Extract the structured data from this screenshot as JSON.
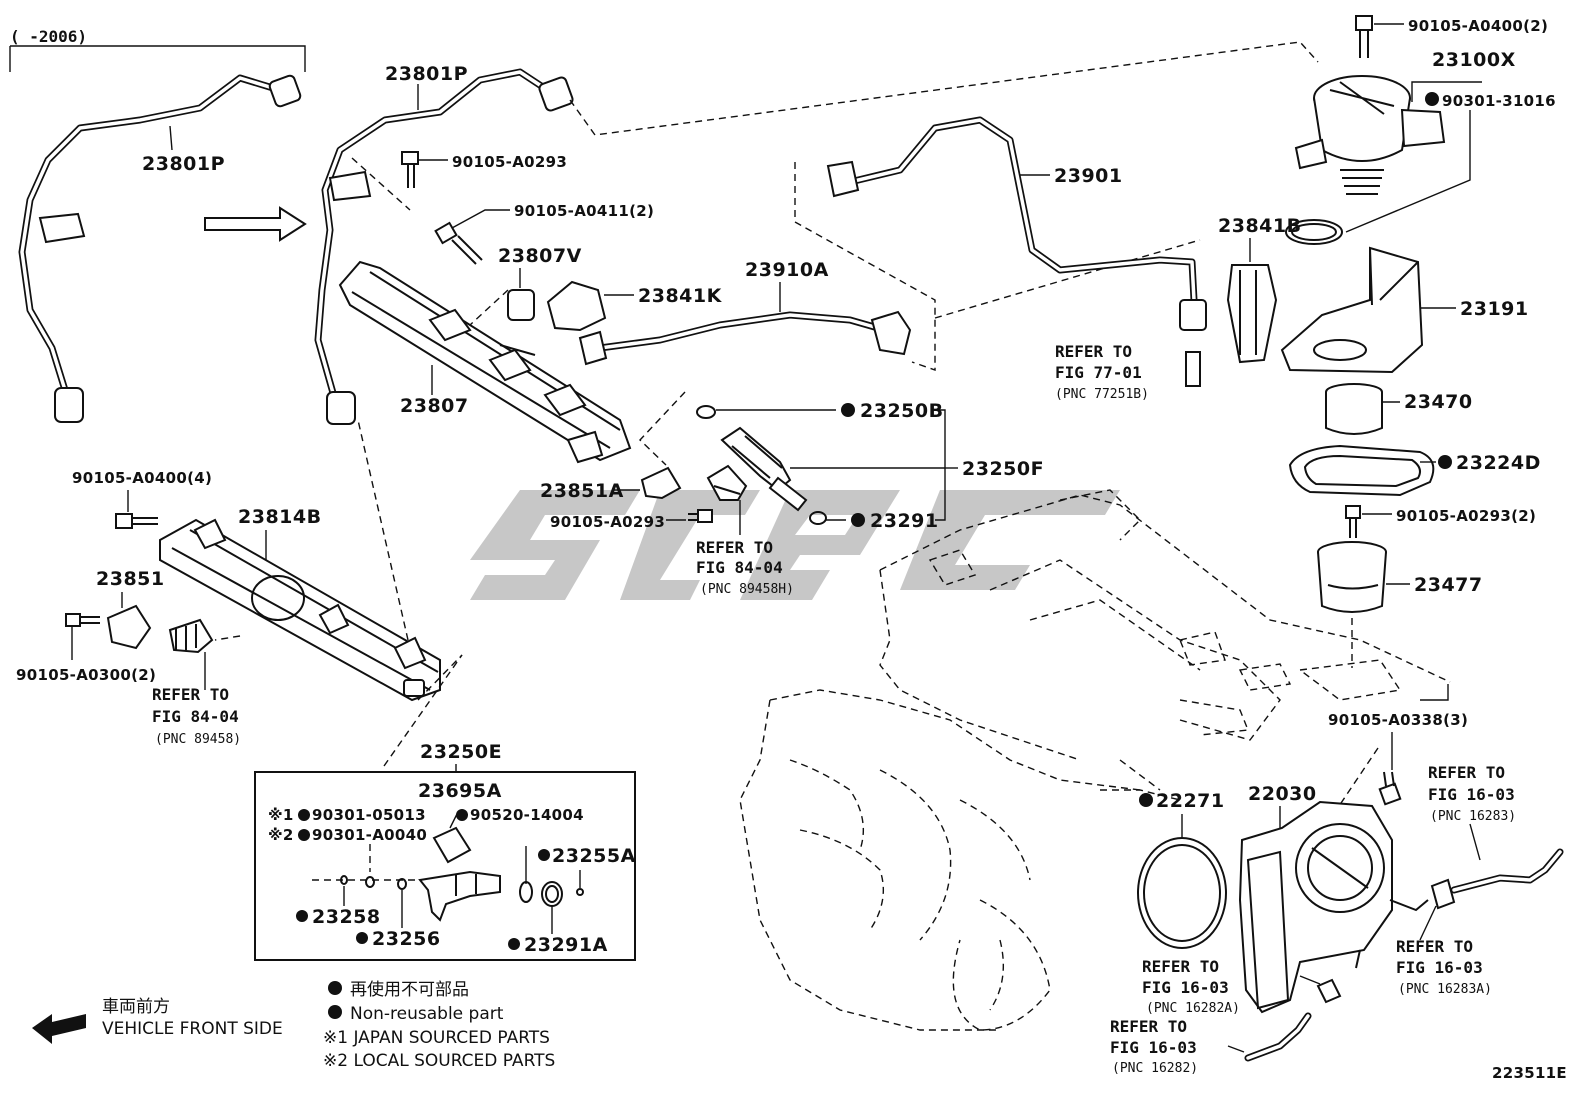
{
  "labels": {
    "date_range": "(     -2006)",
    "fuel_pipe_old": "23801P",
    "fuel_pipe": "23801P",
    "bolt_a0293_top": "90105-A0293",
    "bolt_a0411": "90105-A0411(2)",
    "spacer_23807v": "23807V",
    "delivery_pipe": "23807",
    "insulator_23841k": "23841K",
    "hose_23910a": "23910A",
    "hose_23901": "23901",
    "bolt_a0400_2": "90105-A0400(2)",
    "pump": "23100X",
    "oring_pump": "90301-31016",
    "clamp_23841b": "23841B",
    "bracket_23191": "23191",
    "lifter_23470": "23470",
    "gasket_23224d": "23224D",
    "bolt_a0293_2": "90105-A0293(2)",
    "housing_23477": "23477",
    "bolt_a0338": "90105-A0338(3)",
    "oring_23250b": "23250B",
    "injector_set": "23250F",
    "seal_23291": "23291",
    "clamp_23851a": "23851A",
    "bolt_a0293_mid": "90105-A0293",
    "bolt_a0400_4": "90105-A0400(4)",
    "rail_23814b": "23814B",
    "cover_23851": "23851",
    "bolt_a0300": "90105-A0300(2)",
    "gasket_22271": "22271",
    "throttle_22030": "22030",
    "drawing_id": "223511E"
  },
  "refs": {
    "fig77": {
      "line1": "REFER TO",
      "line2": "FIG 77-01",
      "pnc": "(PNC 77251B)"
    },
    "fig84a": {
      "line1": "REFER TO",
      "line2": "FIG 84-04",
      "pnc": "(PNC 89458H)"
    },
    "fig84b": {
      "line1": "REFER TO",
      "line2": "FIG 84-04",
      "pnc": "(PNC 89458)"
    },
    "fig16a": {
      "line1": "REFER TO",
      "line2": "FIG 16-03",
      "pnc": "(PNC 16283)"
    },
    "fig16b": {
      "line1": "REFER TO",
      "line2": "FIG 16-03",
      "pnc": "(PNC 16283A)"
    },
    "fig16c": {
      "line1": "REFER TO",
      "line2": "FIG 16-03",
      "pnc": "(PNC 16282A)"
    },
    "fig16d": {
      "line1": "REFER TO",
      "line2": "FIG 16-03",
      "pnc": "(PNC 16282)"
    }
  },
  "injector_box": {
    "title": "23250E",
    "injector": "23695A",
    "oring_japan": "90301-05013",
    "oring_local": "90301-A0040",
    "mark1": "※1",
    "mark2": "※2",
    "clip": "90520-14004",
    "p23255a": "23255A",
    "p23258": "23258",
    "p23256": "23256",
    "p23291a": "23291A"
  },
  "legend": {
    "jp_nonreusable": "再使用不可部品",
    "nonreusable": "Non-reusable part",
    "japan_sourced": "※1 JAPAN SOURCED PARTS",
    "local_sourced": "※2 LOCAL SOURCED PARTS",
    "front_jp": "車両前方",
    "front_en": "VEHICLE FRONT SIDE"
  },
  "icons": {
    "nonreusable_mark": "filled-circle-icon",
    "front_arrow": "arrow-left-icon",
    "watermark": "watermark-logo"
  }
}
